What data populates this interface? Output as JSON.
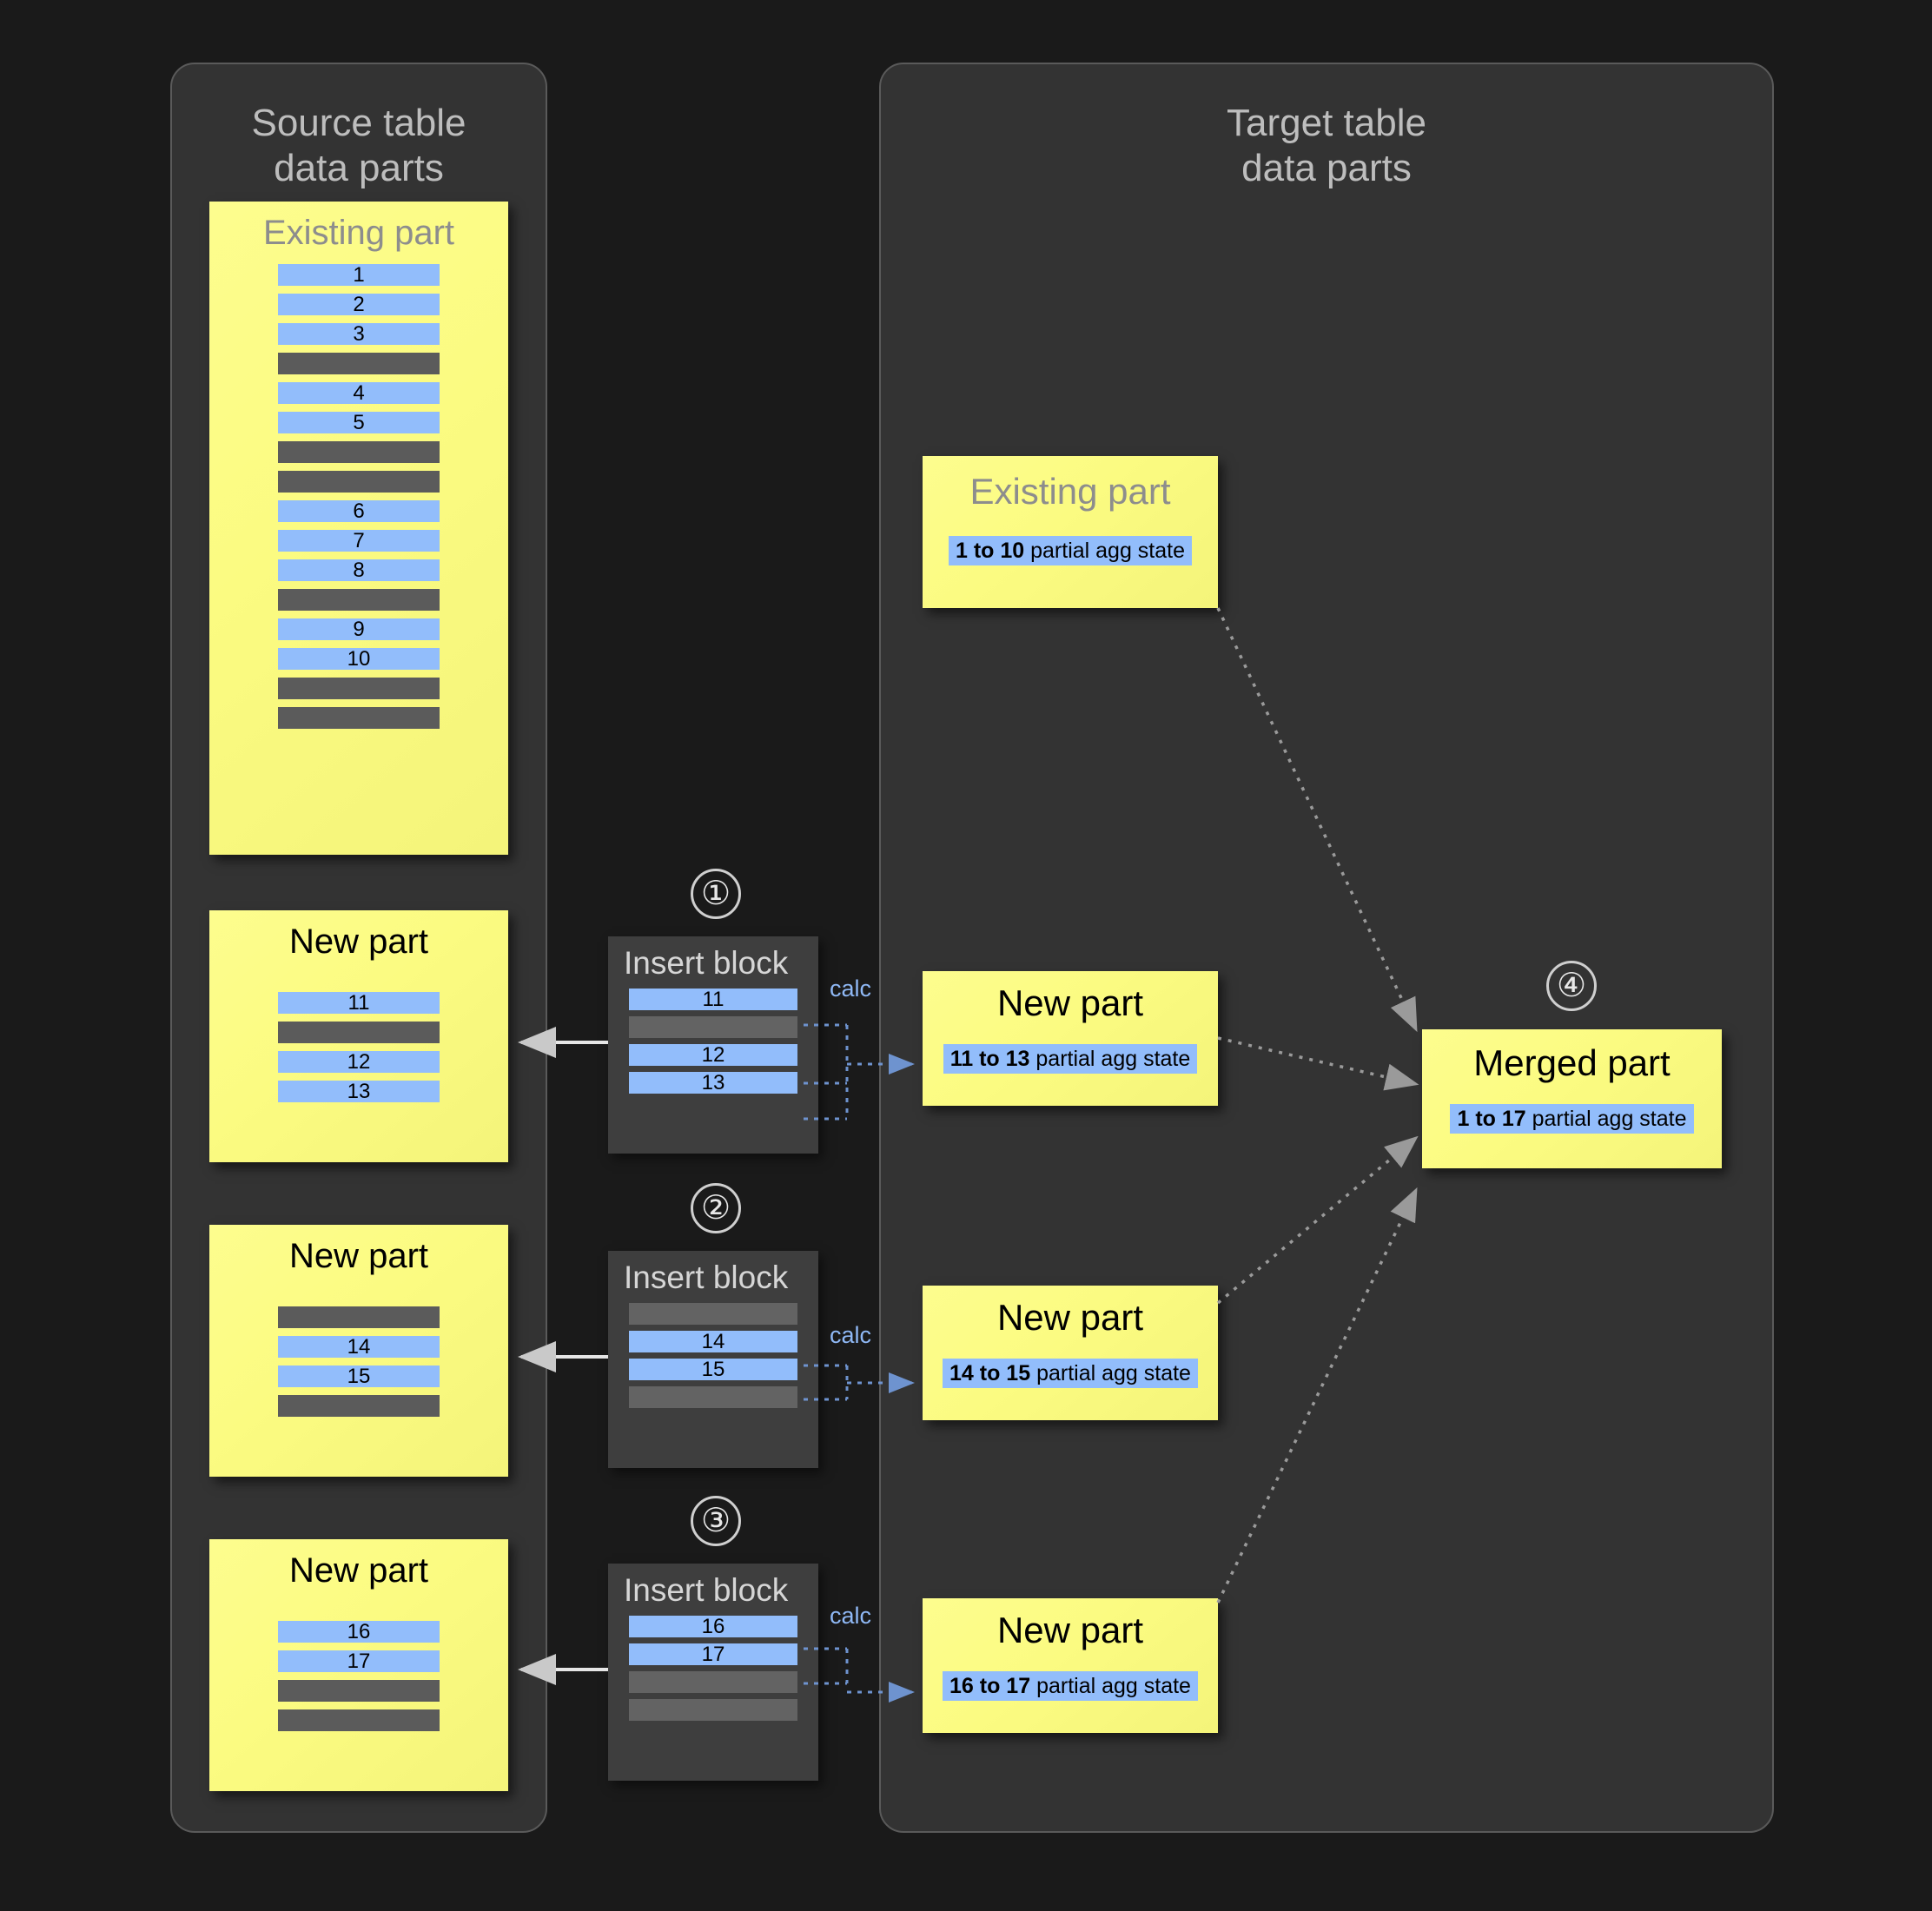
{
  "source_panel": {
    "title": "Source table\ndata parts"
  },
  "target_panel": {
    "title": "Target table\ndata parts"
  },
  "labels": {
    "existing_part": "Existing part",
    "new_part": "New part",
    "merged_part": "Merged part",
    "insert_block": "Insert block",
    "calc": "calc"
  },
  "steps": {
    "one": "①",
    "two": "②",
    "three": "③",
    "four": "④"
  },
  "source_existing_part": {
    "title": "Existing part",
    "rows": [
      "1",
      "2",
      "3",
      "",
      "4",
      "5",
      "",
      "",
      "6",
      "7",
      "8",
      "",
      "9",
      "10",
      "",
      ""
    ]
  },
  "source_new_parts": [
    {
      "title": "New part",
      "rows": [
        "11",
        "",
        "12",
        "13"
      ]
    },
    {
      "title": "New part",
      "rows": [
        "",
        "14",
        "15",
        ""
      ]
    },
    {
      "title": "New part",
      "rows": [
        "16",
        "17",
        "",
        ""
      ]
    }
  ],
  "insert_blocks": [
    {
      "step": "①",
      "title": "Insert block",
      "calc": "calc",
      "rows": [
        "11",
        "",
        "12",
        "13"
      ]
    },
    {
      "step": "②",
      "title": "Insert block",
      "calc": "calc",
      "rows": [
        "",
        "14",
        "15",
        ""
      ]
    },
    {
      "step": "③",
      "title": "Insert block",
      "calc": "calc",
      "rows": [
        "16",
        "17",
        "",
        ""
      ]
    }
  ],
  "target_existing_part": {
    "title": "Existing part",
    "agg_range": "1 to 10",
    "agg_suffix": " partial agg state"
  },
  "target_new_parts": [
    {
      "title": "New part",
      "agg_range": "11 to 13",
      "agg_suffix": " partial agg state"
    },
    {
      "title": "New part",
      "agg_range": "14 to 15",
      "agg_suffix": " partial agg state"
    },
    {
      "title": "New part",
      "agg_range": "16 to 17",
      "agg_suffix": " partial agg state"
    }
  ],
  "target_merged_part": {
    "step": "④",
    "title": "Merged part",
    "agg_range": "1 to 17",
    "agg_suffix": " partial agg state"
  },
  "colors": {
    "background": "#1a1a1a",
    "panel": "#333333",
    "panel_border": "#5a5a5a",
    "part_yellow": "#fbfb81",
    "data_row_blue": "#92bdfb",
    "empty_row_gray": "#5b5b5b",
    "insert_block_gray": "#3e3e3e",
    "title_dim": "#8d8d8d",
    "calc_blue": "#8fb8f5",
    "arrow_gray": "#9a9a9a"
  }
}
